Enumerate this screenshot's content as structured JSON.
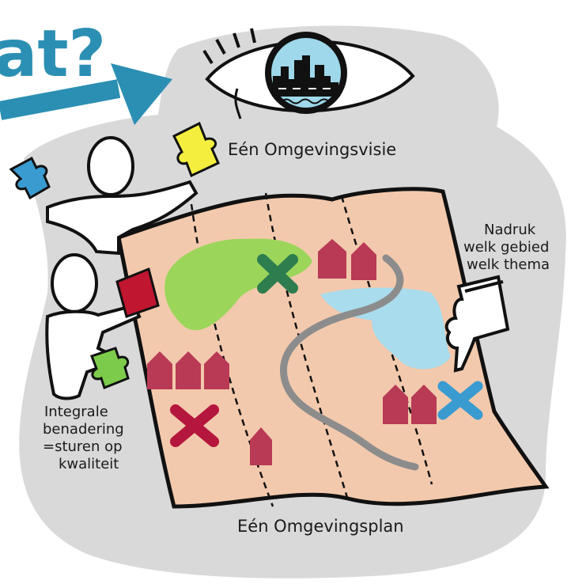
{
  "heading_fragment": "at?",
  "labels": {
    "visie": "Eén Omgevingsvisie",
    "plan": "Eén Omgevingsplan",
    "nadruk": [
      "Nadruk",
      "welk gebied",
      "welk thema"
    ],
    "integrale": [
      "Integrale",
      "benadering",
      "=sturen op",
      "kwaliteit"
    ]
  },
  "colors": {
    "heading_blue": "#2b8fb3",
    "blob_grey": "#d9d9da",
    "map_peach": "#f3c9ad",
    "green_area": "#9bd65a",
    "water": "#a9dcec",
    "house": "#b83a55",
    "x_green": "#2e7d4f",
    "x_red": "#b5163d",
    "x_blue": "#3a9bd1",
    "puzzle_yellow": "#f4ee3e",
    "puzzle_blue": "#3a9bd1",
    "puzzle_red": "#c0162f",
    "puzzle_green": "#7ccb4a"
  },
  "icons": [
    "eye-icon",
    "city-skyline-icon",
    "arrow-icon",
    "puzzle-piece-icon",
    "pointing-hand-icon",
    "house-icon",
    "cross-icon",
    "road-icon"
  ]
}
